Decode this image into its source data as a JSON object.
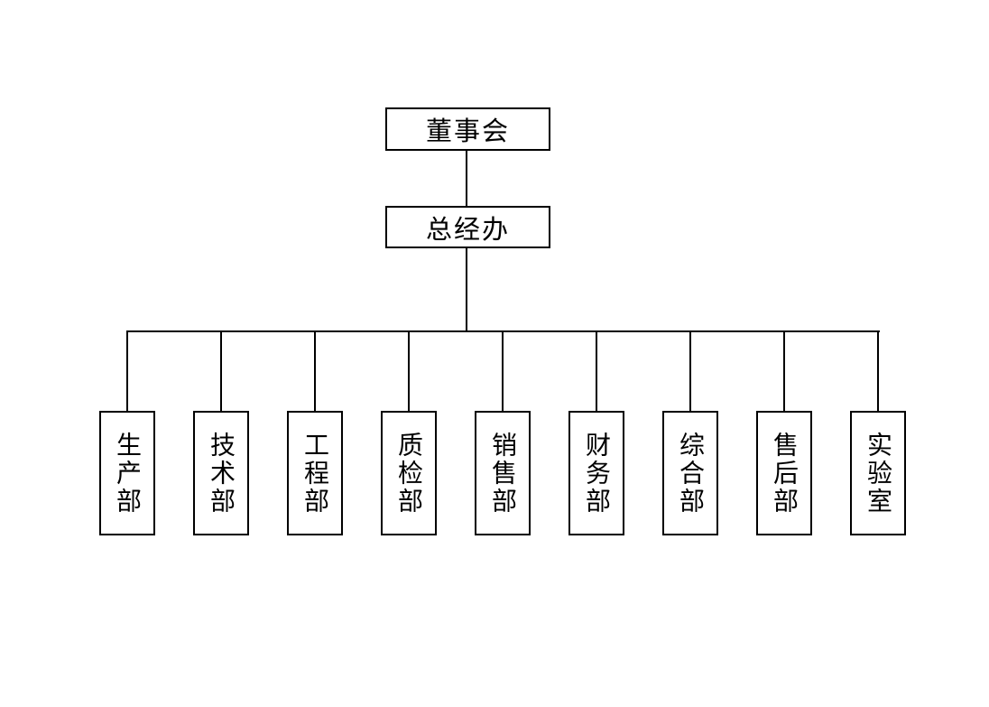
{
  "org": {
    "root": "董事会",
    "office": "总经办",
    "departments": [
      "生产部",
      "技术部",
      "工程部",
      "质检部",
      "销售部",
      "财务部",
      "综合部",
      "售后部",
      "实验室"
    ]
  },
  "colors": {
    "line": "#000000",
    "background": "#ffffff",
    "text": "#000000"
  }
}
